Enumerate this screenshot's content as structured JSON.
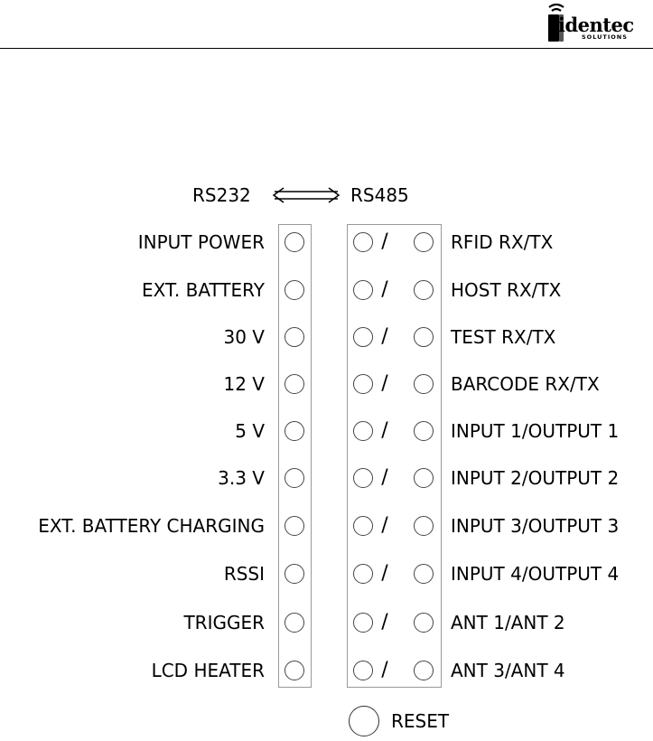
{
  "header": {
    "logo": {
      "name": "identec",
      "tagline": "SOLUTIONS"
    }
  },
  "diagram": {
    "left_header": "RS232",
    "right_header": "RS485",
    "left_labels": [
      "INPUT POWER",
      "EXT. BATTERY",
      "30  V",
      "12  V",
      "5  V",
      "3.3  V",
      "EXT. BATTERY CHARGING",
      "RSSI",
      "TRIGGER",
      "LCD HEATER"
    ],
    "right_labels": [
      "RFID RX/TX",
      "HOST RX/TX",
      "TEST RX/TX",
      "BARCODE RX/TX",
      "INPUT 1/OUTPUT 1",
      "INPUT 2/OUTPUT 2",
      "INPUT 3/OUTPUT 3",
      "INPUT 4/OUTPUT 4",
      "ANT 1/ANT 2",
      "ANT 3/ANT 4"
    ],
    "separator": "/",
    "reset_label": "RESET"
  }
}
